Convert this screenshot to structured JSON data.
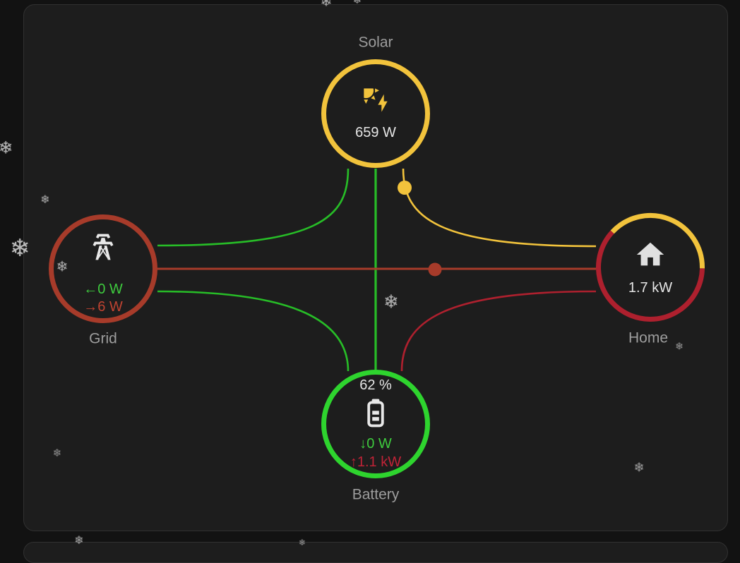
{
  "flow_card": {
    "solar": {
      "label": "Solar",
      "state": "659 W"
    },
    "grid": {
      "label": "Grid",
      "export": "←0 W",
      "import": "→6 W"
    },
    "home": {
      "label": "Home",
      "state": "1.7 kW"
    },
    "battery": {
      "label": "Battery",
      "state_of_charge": "62 %",
      "charge": "↓0 W",
      "discharge": "↑1.1 kW"
    }
  },
  "icons": {
    "solar": "solar-power-icon",
    "grid": "transmission-tower-icon",
    "home": "home-icon",
    "battery": "battery-medium-icon"
  },
  "colors": {
    "solar_yellow": "#f2c33c",
    "grid_red": "#a73b2a",
    "battery_green_circle": "#2ed42e",
    "flow_green": "#27bd27",
    "battery_discharge_crimson": "#ae202e",
    "text_green": "#3ecb3e",
    "text_grid_red": "#bf4331",
    "text_crimson": "#c02337",
    "label_gray": "#9d9d9d",
    "value_white": "#e6e6e6",
    "card_background": "#1d1d1d",
    "page_background": "#121212"
  },
  "decor": {
    "snowflake_glyph": "❄"
  }
}
